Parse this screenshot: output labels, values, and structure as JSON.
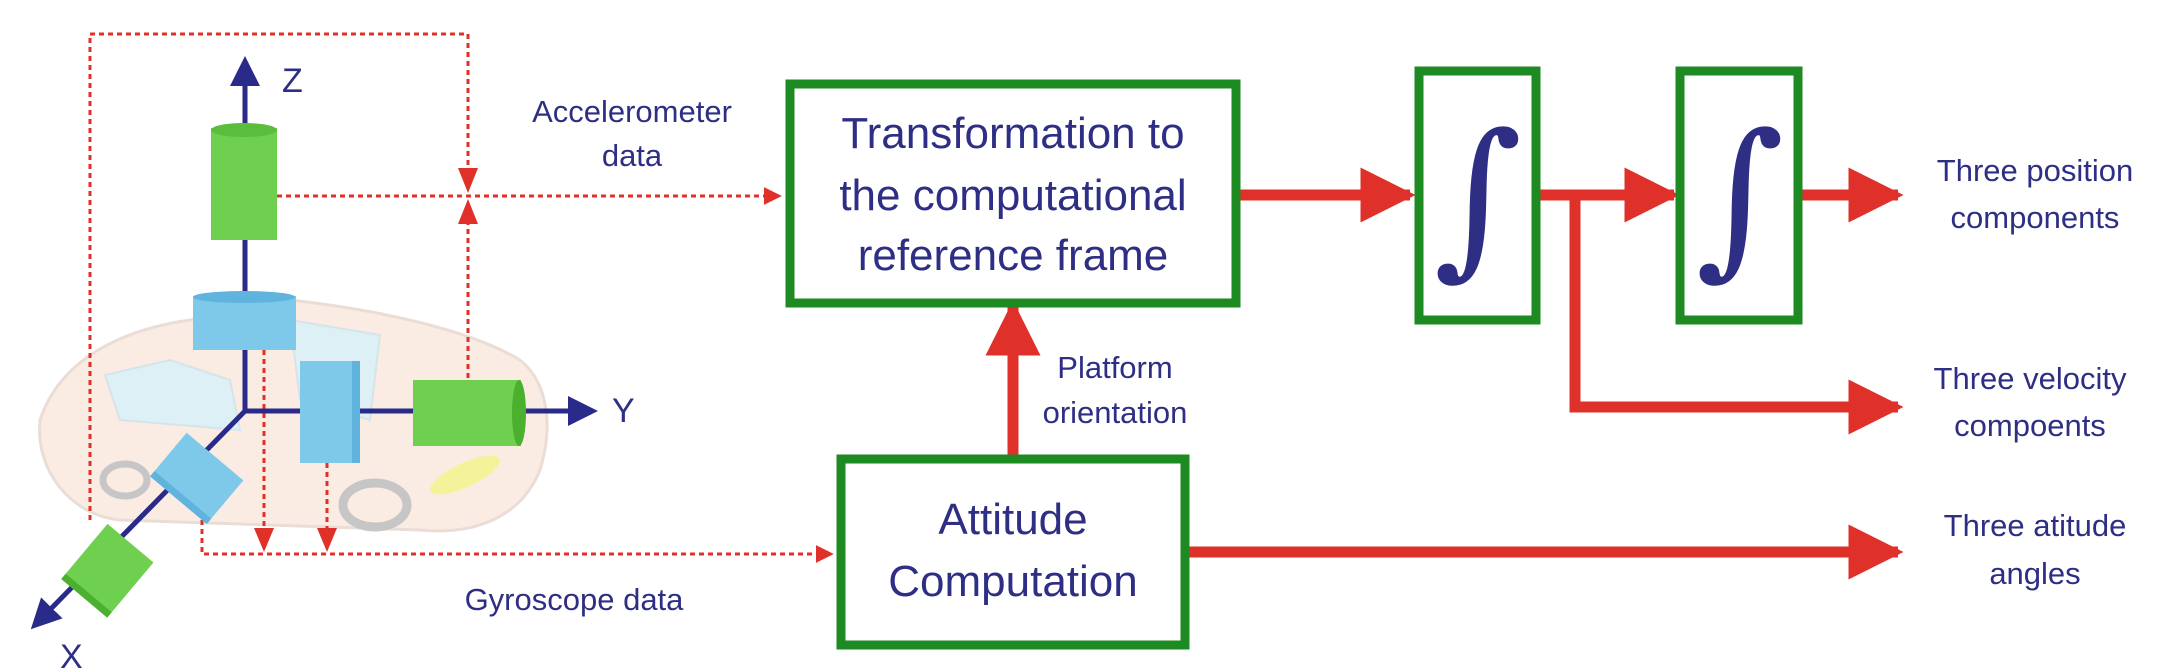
{
  "diagram": {
    "axes": {
      "x": "X",
      "y": "Y",
      "z": "Z"
    },
    "labels": {
      "accelerometer": [
        "Accelerometer",
        "data"
      ],
      "gyroscope": "Gyroscope data",
      "platform": [
        "Platform",
        "orientation"
      ],
      "position": [
        "Three position",
        "components"
      ],
      "velocity": [
        "Three velocity",
        "compoents"
      ],
      "attitude": [
        "Three atitude",
        "angles"
      ]
    },
    "boxes": {
      "transformation": [
        "Transformation to",
        "the computational",
        "reference frame"
      ],
      "attitude": [
        "Attitude",
        "Computation"
      ],
      "integrator": "∫"
    },
    "colors": {
      "flow": "#e0302a",
      "box_border": "#1e8a22",
      "text": "#2e2e84",
      "accelerometer": "#6fcf4f",
      "gyroscope": "#7ec8ea"
    }
  }
}
